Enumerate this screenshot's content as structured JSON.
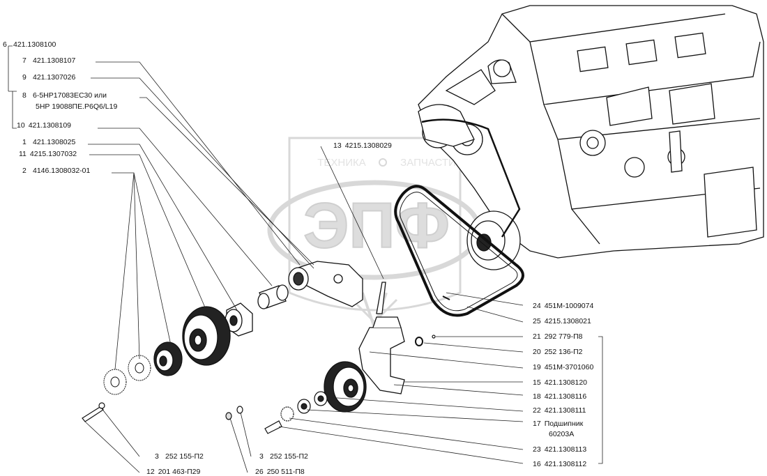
{
  "watermark": {
    "brand_top": "ТЕХНИКА",
    "brand_top2": "ЗАПЧАСТИ",
    "brand_main": "ЭПФ"
  },
  "callouts_left": [
    {
      "num": "6",
      "code": "421.1308100"
    },
    {
      "num": "7",
      "code": "421.1308107"
    },
    {
      "num": "9",
      "code": "421.1307026"
    },
    {
      "num": "8",
      "code": "6-5НР17083ЕС30 или"
    },
    {
      "num": "",
      "code": "5НР 19088ПЕ.Р6Q6/L19"
    },
    {
      "num": "10",
      "code": "421.1308109"
    },
    {
      "num": "1",
      "code": "421.1308025"
    },
    {
      "num": "11",
      "code": "4215.1307032"
    },
    {
      "num": "2",
      "code": "4146.1308032-01"
    }
  ],
  "callout_top": {
    "num": "13",
    "code": "4215.1308029"
  },
  "callouts_right": [
    {
      "num": "24",
      "code": "451М-1009074"
    },
    {
      "num": "25",
      "code": "4215.1308021"
    },
    {
      "num": "21",
      "code": "292 779-П8"
    },
    {
      "num": "20",
      "code": "252 136-П2"
    },
    {
      "num": "19",
      "code": "451М-3701060"
    },
    {
      "num": "15",
      "code": "421.1308120"
    },
    {
      "num": "18",
      "code": "421.1308116"
    },
    {
      "num": "22",
      "code": "421.1308111"
    },
    {
      "num": "17",
      "code": "Подшипник"
    },
    {
      "num": "",
      "code": "60203А"
    },
    {
      "num": "23",
      "code": "421.1308113"
    },
    {
      "num": "16",
      "code": "421.1308112"
    }
  ],
  "callouts_bottom": [
    {
      "num": "3",
      "code": "252 155-П2"
    },
    {
      "num": "3",
      "code": "252 155-П2"
    },
    {
      "num": "12",
      "code": "201 463-П29"
    },
    {
      "num": "26",
      "code": "250 511-П8"
    }
  ]
}
